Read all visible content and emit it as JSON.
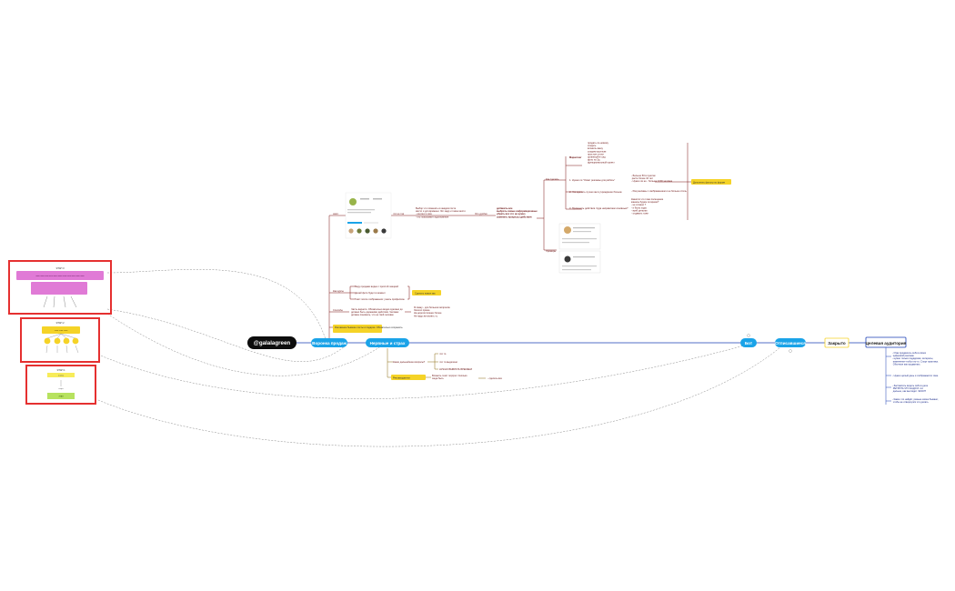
{
  "root": {
    "label": "@galalagreen"
  },
  "main_nodes": [
    {
      "id": "voronka",
      "label": "Воронка продаж"
    },
    {
      "id": "krivye",
      "label": "Нервные и страх"
    },
    {
      "id": "bot",
      "label": "Бот"
    },
    {
      "id": "zakazy",
      "label": "Отписавшиеся"
    },
    {
      "id": "zakryt",
      "label": "Закрыто"
    },
    {
      "id": "ca",
      "label": "Целевая аудитория"
    }
  ],
  "upper_branches": {
    "about": "шаги",
    "kursy": "Как курсы",
    "sposob": "Способы",
    "highlight_note": "Рекламное бывшие посты и подарки. Обязательно сохранять.",
    "kursy_items": [
      "Веду продажи видео с простой лекцией",
      "Делай фото будет в момент",
      "Текст после отображения: узнать профессию"
    ],
    "kursy_tag": "Сделать новое как",
    "sposob_text": "Часть видного. Обязательно видео сделано до\nдолжно быть одинаково действия. Человек\nдолжен понимать, что не твой человек",
    "sposob_right": "Я скажу - для больших вопросов.\nЛегкого прием.\nНа дорогостоящих более\nНе надо же влиять ту",
    "insta_label": "что не так",
    "insta_text": "Выбор что поменять в каждом посте\nместо и для времени. Лог кадр и такое место\n- контент и все\n- кто показывает вдохновение",
    "da_label": "Это удобно",
    "da_text": "добавить все\nвыбрать самые информационные\nубрать все что не нужно\nзаменить процессы действия"
  },
  "pink_panel": {
    "title": "ЭТАП 3",
    "row_text": "пппп пппп пппп пппп пппп пппп пппп пппп пппп пппп пппп"
  },
  "yellow_panel": {
    "title": "ЭТАП 2",
    "header": "этап этап этап"
  },
  "green_panel": {
    "title": "ЭТАП 1",
    "item1": "кнопка",
    "item2": "старт",
    "bottom": "ЭТАП"
  },
  "faq": {
    "title": "Как сделать",
    "marketing_label": "Маркетинг",
    "marketing_items": [
      "продать по-новому",
      "создать",
      "вложить вашу",
      "создано круглым",
      "простые стили",
      "организуйте сад",
      "фото по 3д",
      "функциональный проект"
    ],
    "q1": "1. Нужно ли \"Охват рекламы для работы\"",
    "q1_answers": [
      "- Больше 50 в пунктах",
      "  расте более 10 лет",
      "- Нужно ли не - больше 1000 человек"
    ],
    "q2": "2. Что сделать лучше как в учреждение больше",
    "q2_answer": "- Раз рекламы с изображением и не больше стиль",
    "q3": "3. Применить действия. Куда направляем основные?",
    "q3_answers": [
      "Кажется что тоже посещение",
      "каналы будем ли время?",
      "- не сложно ?",
      "- и было ходы",
      "- всей деталки",
      "- отдавать тоже"
    ],
    "highlight": "Дополнить фильтр по форме",
    "examples_label": "Примеры"
  },
  "middle_branch": {
    "question": "Какие дальнейшие вопросы?",
    "opt1": "что то",
    "opt2": "что то выделено",
    "opt3": "НУЖНО ВЫБРАТЬ ВРЕМЕНИ",
    "yellow_tag": "Рекламодатели",
    "yellow_text": "Вложить текст портрет. Сколько\nсюда быть",
    "yellow_right": "- сделать все"
  },
  "ca_items": [
    "- Итак продвигать себя в своих\n  цифровой рекламе\n- нужно только поддержки, интересы,\n  изменения чтобы кто-то. Спорт практика.\n  Обычные как продвигать",
    "- Нужно целый день и отображается тоже",
    "- Заставлять видеть себя в деле\n  РЕТРИТА ЧТО НАДО И что\n  дальше, как выглядит. ЭКСИТ",
    "- Какие что найдёт, разные жизни бывают,\n  чтобы не отвернулся что делать"
  ],
  "colors": {
    "hub": "#0d0d0d",
    "node_blue": "#1aa3e8",
    "link_blue": "#1a3fb5",
    "link_dark_red": "#7a1010",
    "frame_red": "#e53030",
    "pink": "#e07ad6",
    "yellow": "#f5d327",
    "yellow_pale": "#f7ec5a",
    "green": "#b7e25f"
  }
}
